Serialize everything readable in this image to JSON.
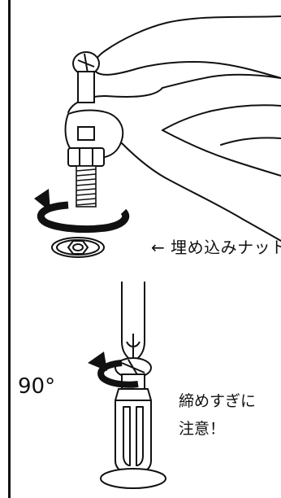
{
  "labels": {
    "nut_arrow": "← 埋め込みナット",
    "angle": "90°",
    "caution_line1": "締めすぎに",
    "caution_line2": "注意！"
  },
  "colors": {
    "ink": "#111111",
    "background": "#ffffff"
  }
}
